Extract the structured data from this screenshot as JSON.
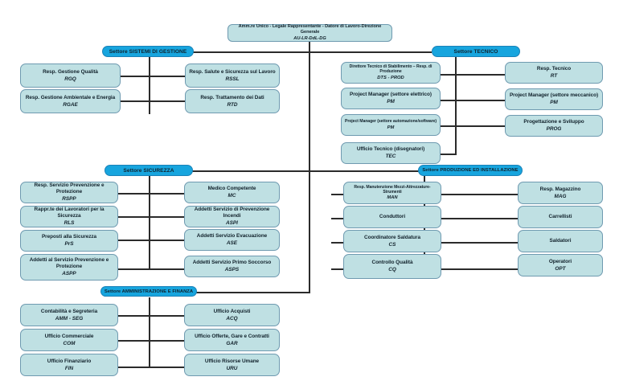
{
  "document": {
    "title": "Organigramma aziendale",
    "type": "organizational-chart"
  },
  "palette": {
    "node_fill": "#bfe0e3",
    "node_border": "#6f9ab0",
    "sector_fill": "#17a5de",
    "sector_border": "#1b82b8",
    "line": "#2b2b2b",
    "background": "#ffffff",
    "text": "#11212b"
  },
  "root": {
    "title": "Amm.re Unico - Legale Rappresentante - Datore di Lavoro-Direzione Generale",
    "code": "AU-LR-DdL-DG"
  },
  "sectors": [
    {
      "name": "Settore SISTEMI DI GESTIONE",
      "left": [
        {
          "title": "Resp. Gestione Qualità",
          "code": "RGQ"
        },
        {
          "title": "Resp. Gestione Ambientale e Energia",
          "code": "RGAE"
        }
      ],
      "right": [
        {
          "title": "Resp. Salute e Sicurezza sul Lavoro",
          "code": "RSSL"
        },
        {
          "title": "Resp. Trattamento dei Dati",
          "code": "RTD"
        }
      ]
    },
    {
      "name": "Settore TECNICO",
      "left": [
        {
          "title": "Direttore Tecnico di Stabilimento – Resp. di Produzione",
          "code": "DTS - PROD"
        },
        {
          "title": "Project Manager (settore elettrico)",
          "code": "PM"
        },
        {
          "title": "Project Manager (settore automazione/software)",
          "code": "PM"
        },
        {
          "title": "Ufficio Tecnico (disegnatori)",
          "code": "TEC"
        }
      ],
      "right": [
        {
          "title": "Resp. Tecnico",
          "code": "RT"
        },
        {
          "title": "Project Manager (settore meccanico)",
          "code": "PM"
        },
        {
          "title": "Progettazione e Sviluppo",
          "code": "PROG"
        }
      ]
    },
    {
      "name": "Settore SICUREZZA",
      "left": [
        {
          "title": "Resp. Servizio Prevenzione e Protezione",
          "code": "RSPP"
        },
        {
          "title": "Rappr.te dei Lavoratori per la Sicurezza",
          "code": "RLS"
        },
        {
          "title": "Preposti alla Sicurezza",
          "code": "PrS"
        },
        {
          "title": "Addetti al Servizio Prevenzione e Protezione",
          "code": "ASPP"
        }
      ],
      "right": [
        {
          "title": "Medico Competente",
          "code": "MC"
        },
        {
          "title": "Addetti Servizio di Prevenzione Incendi",
          "code": "ASPI"
        },
        {
          "title": "Addetti Servizio Evacuazione",
          "code": "ASE"
        },
        {
          "title": "Addetti Servizio Primo Soccorso",
          "code": "ASPS"
        }
      ]
    },
    {
      "name": "Settore PRODUZIONE ED INSTALLAZIONE",
      "left": [
        {
          "title": "Resp. Manutenzione Mezzi-Attrezzature-Strumenti",
          "code": "MAN"
        },
        {
          "title": "Conduttori",
          "code": ""
        },
        {
          "title": "Coordinatore Saldatura",
          "code": "CS"
        },
        {
          "title": "Controllo Qualità",
          "code": "CQ"
        }
      ],
      "right": [
        {
          "title": "Resp. Magazzino",
          "code": "MAG"
        },
        {
          "title": "Carrellisti",
          "code": ""
        },
        {
          "title": "Saldatori",
          "code": ""
        },
        {
          "title": "Operatori",
          "code": "OPT"
        }
      ]
    },
    {
      "name": "Settore AMMINISTRAZIONE E FINANZA",
      "left": [
        {
          "title": "Contabilità e Segreteria",
          "code": "AMM - SEG"
        },
        {
          "title": "Ufficio Commerciale",
          "code": "COM"
        },
        {
          "title": "Ufficio Finanziario",
          "code": "FIN"
        }
      ],
      "right": [
        {
          "title": "Ufficio Acquisti",
          "code": "ACQ"
        },
        {
          "title": "Ufficio Offerte, Gare e Contratti",
          "code": "GAR"
        },
        {
          "title": "Ufficio Risorse Umane",
          "code": "URU"
        }
      ]
    }
  ]
}
